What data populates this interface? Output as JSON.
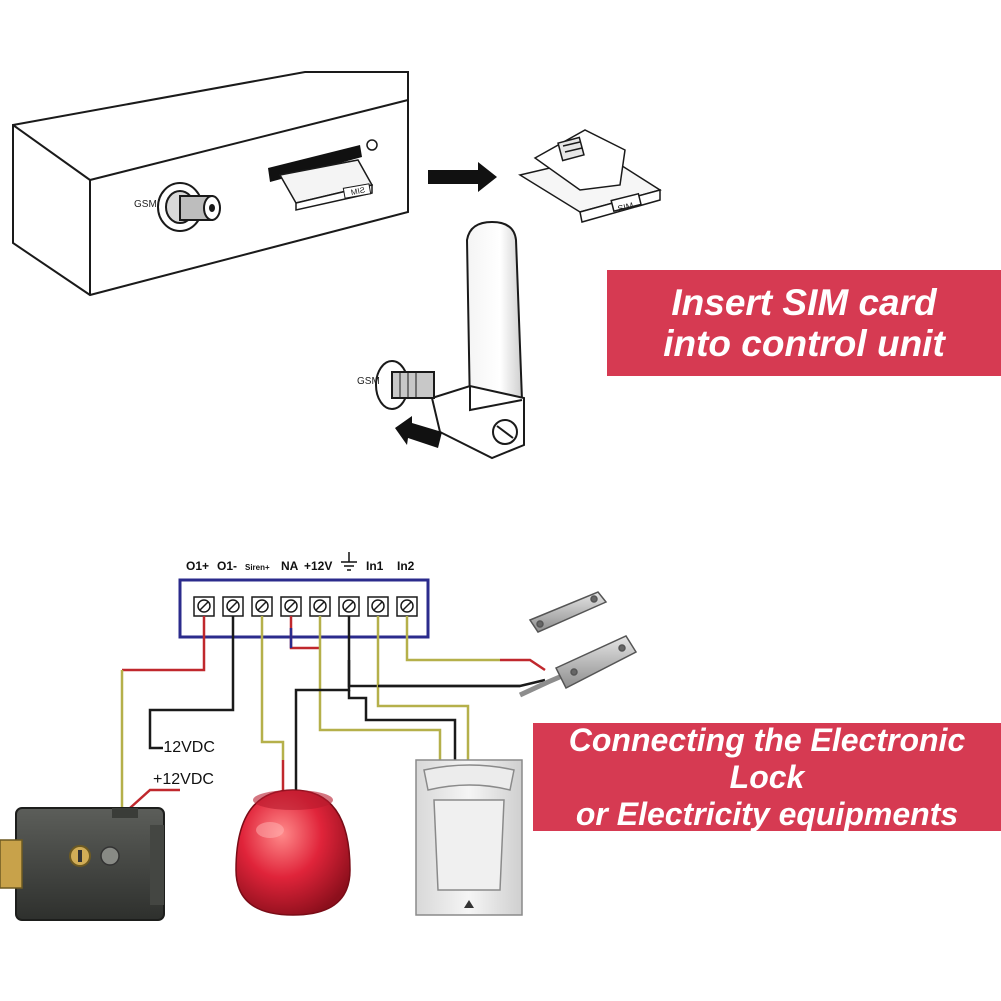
{
  "top_section": {
    "gsm_label": "GSM",
    "sim_slot_label": "SIM",
    "sim_card_label": "SIM",
    "antenna_gsm_label": "GSM",
    "banner_line1": "Insert SIM card",
    "banner_line2": "into control unit"
  },
  "bottom_section": {
    "terminals": [
      "O1+",
      "O1-",
      "Siren+",
      "NA",
      "+12V",
      "",
      "In1",
      "In2"
    ],
    "minus_12vdc": "-12VDC",
    "plus_12vdc": "+12VDC",
    "banner_line1": "Connecting the Electronic Lock",
    "banner_line2": "or Electricity equipments"
  },
  "colors": {
    "banner": "#d63a52",
    "terminal_block_border": "#2b2b8c",
    "wire_red": "#c0282d",
    "wire_yellow": "#b5b04a",
    "wire_black": "#1a1a1a",
    "siren": "#e0243a"
  }
}
